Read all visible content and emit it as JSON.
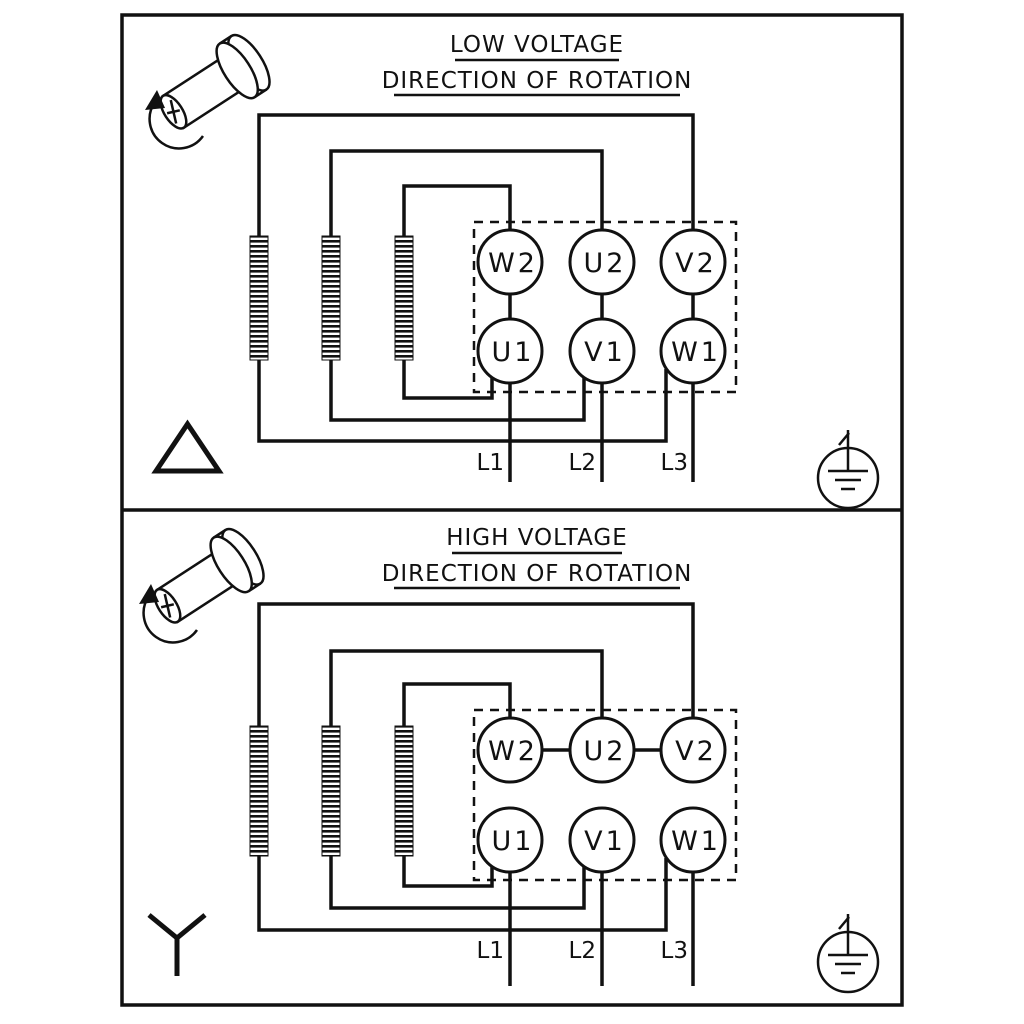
{
  "diagram": {
    "colors": {
      "line": "#111111",
      "background": "#ffffff"
    },
    "icons": [
      "shaft-rotation-icon",
      "earth-ground-icon",
      "delta-symbol",
      "wye-symbol"
    ],
    "panels": [
      {
        "title": "LOW VOLTAGE",
        "subtitle": "DIRECTION OF ROTATION",
        "connection_symbol": "delta",
        "terminals": {
          "top": [
            "W2",
            "U2",
            "V2"
          ],
          "bottom": [
            "U1",
            "V1",
            "W1"
          ]
        },
        "supply_lines": [
          "L1",
          "L2",
          "L3"
        ]
      },
      {
        "title": "HIGH VOLTAGE",
        "subtitle": "DIRECTION OF ROTATION",
        "connection_symbol": "wye",
        "terminals": {
          "top": [
            "W2",
            "U2",
            "V2"
          ],
          "bottom": [
            "U1",
            "V1",
            "W1"
          ]
        },
        "supply_lines": [
          "L1",
          "L2",
          "L3"
        ]
      }
    ]
  }
}
